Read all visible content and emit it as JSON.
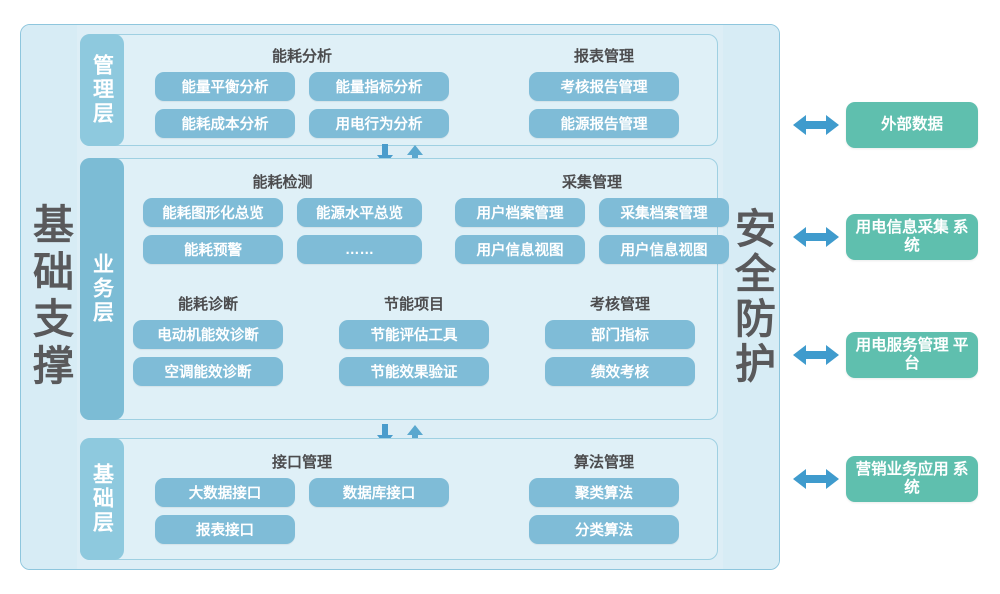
{
  "diagram": {
    "support_bar": {
      "label": "基础支撑"
    },
    "security_bar": {
      "label": "安全防护"
    },
    "layers": [
      {
        "key": "management",
        "tab_label": "管理层",
        "groups": [
          {
            "title": "能耗分析",
            "columns": [
              [
                "能量平衡分析",
                "能耗成本分析"
              ],
              [
                "能量指标分析",
                "用电行为分析"
              ]
            ]
          },
          {
            "title": "报表管理",
            "columns": [
              [
                "考核报告管理",
                "能源报告管理"
              ]
            ]
          }
        ]
      },
      {
        "key": "business",
        "tab_label": "业务层",
        "groups": [
          {
            "title": "能耗检测",
            "columns": [
              [
                "能耗图形化总览",
                "能耗预警"
              ],
              [
                "能源水平总览",
                "……"
              ]
            ]
          },
          {
            "title": "采集管理",
            "columns": [
              [
                "用户档案管理",
                "用户信息视图"
              ],
              [
                "采集档案管理",
                "用户信息视图"
              ]
            ]
          },
          {
            "title": "能耗诊断",
            "columns": [
              [
                "电动机能效诊断",
                "空调能效诊断"
              ]
            ]
          },
          {
            "title": "节能项目",
            "columns": [
              [
                "节能评估工具",
                "节能效果验证"
              ]
            ]
          },
          {
            "title": "考核管理",
            "columns": [
              [
                "部门指标",
                "绩效考核"
              ]
            ]
          }
        ]
      },
      {
        "key": "base",
        "tab_label": "基础层",
        "groups": [
          {
            "title": "接口管理",
            "columns": [
              [
                "大数据接口",
                "报表接口"
              ],
              [
                "数据库接口",
                ""
              ]
            ]
          },
          {
            "title": "算法管理",
            "columns": [
              [
                "聚类算法",
                "分类算法"
              ]
            ]
          }
        ]
      }
    ],
    "external_systems": [
      {
        "label": "外部数据"
      },
      {
        "label": "用电信息采集\n系统"
      },
      {
        "label": "用电服务管理\n平台"
      },
      {
        "label": "营销业务应用\n系统"
      }
    ],
    "connectors": {
      "down_arrow": "arrow-down-icon",
      "up_arrow": "arrow-up-icon",
      "bidirectional_arrow": "double-arrow-icon"
    },
    "colors": {
      "pill": "#7fbcd7",
      "layer_bg": "#dff0f7",
      "outer_bg": "#ddeef6",
      "tab_light": "#8ec9de",
      "tab_dark": "#7cbcd5",
      "external_box": "#5fbfae",
      "arrow": "#4a9ccc",
      "text_dark": "#4c4c4e"
    }
  }
}
